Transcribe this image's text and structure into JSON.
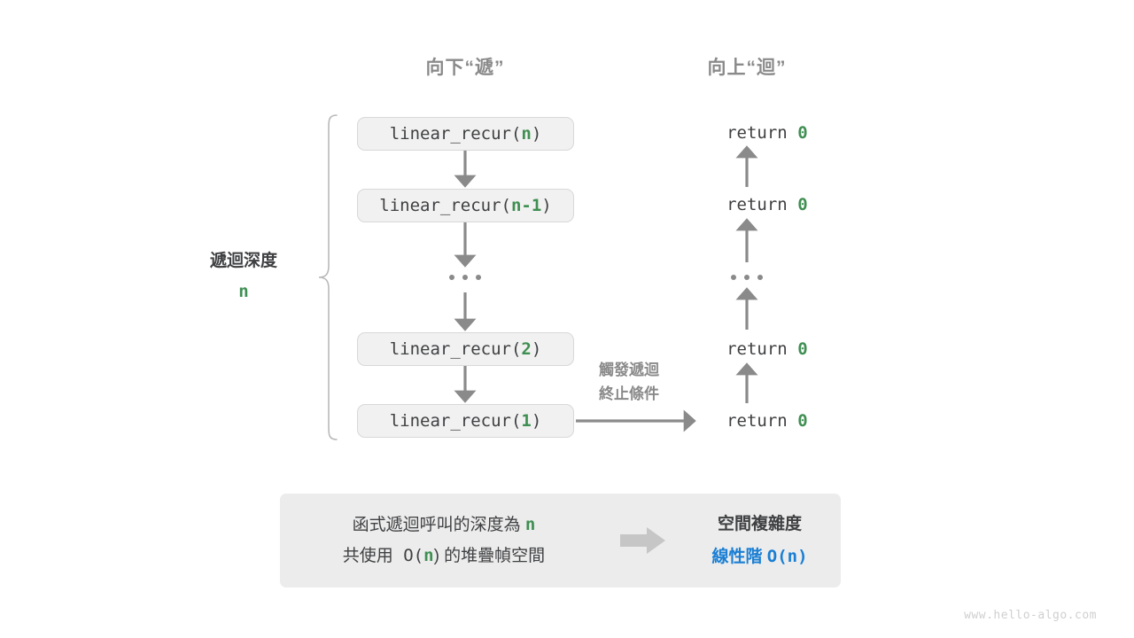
{
  "headers": {
    "down": "向下“遞”",
    "up": "向上“迴”"
  },
  "depth_annotation": {
    "title": "遞迴深度",
    "value": "n"
  },
  "call_stack": {
    "prefix": "linear_recur(",
    "suffix": ")",
    "frames": [
      {
        "arg": "n"
      },
      {
        "arg": "n-1"
      },
      {
        "arg": "2"
      },
      {
        "arg": "1"
      }
    ],
    "ellipsis": "···"
  },
  "returns": {
    "keyword": "return ",
    "value": "0",
    "items": [
      {
        "value": "0"
      },
      {
        "value": "0"
      },
      {
        "value": "0"
      },
      {
        "value": "0"
      }
    ],
    "ellipsis": "···"
  },
  "trigger_note": {
    "line1": "觸發遞迴",
    "line2": "終止條件"
  },
  "summary": {
    "left_line1_a": "函式遞迴呼叫的深度為 ",
    "left_line1_var": "n",
    "left_line2_a": "共使用 O(",
    "left_line2_var": "n",
    "left_line2_b": ") 的堆疊幀空間",
    "arrow_icon": "right-block-arrow-icon",
    "right_title": "空間複雜度",
    "right_value_label": "線性階 ",
    "right_value_expr": "O(n)"
  },
  "watermark": "www.hello-algo.com",
  "colors": {
    "accent_green": "#3f8f52",
    "accent_blue": "#1a7fd4",
    "text_dark": "#3f4042",
    "text_muted": "#8a8a8a",
    "box_fill": "#f1f1f1",
    "box_border": "#d8d8d8",
    "panel_fill": "#ececec",
    "arrow_gray": "#8a8a8a",
    "watermark_gray": "#cfcfcf"
  }
}
